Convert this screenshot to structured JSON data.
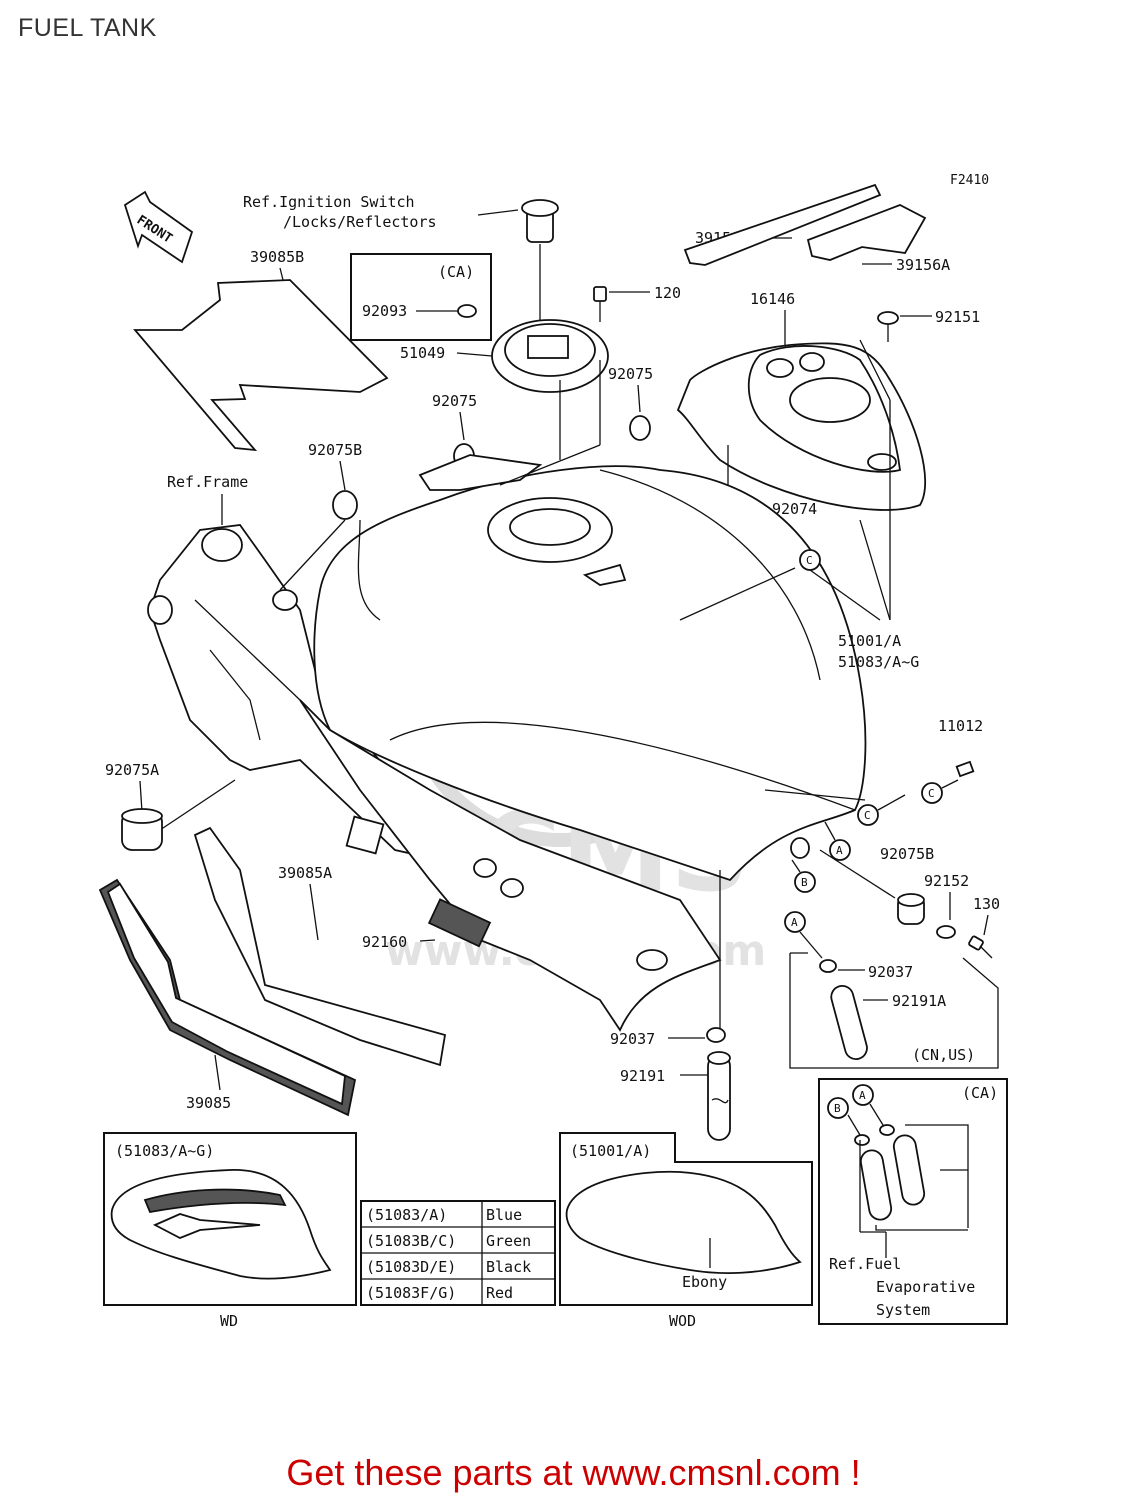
{
  "page": {
    "title": "FUEL TANK",
    "figure_code": "F2410",
    "cta": "Get these parts at www.cmsnl.com !"
  },
  "front_arrow": "FRONT",
  "watermark": {
    "logo": "CMS",
    "url": "www.cmsnl.com"
  },
  "refs": {
    "ignition_1": "Ref.Ignition Switch",
    "ignition_2": "/Locks/Reflectors",
    "frame": "Ref.Frame",
    "fuel_1": "Ref.Fuel",
    "fuel_2": "Evaporative",
    "fuel_3": "System"
  },
  "parts": {
    "p39085B": "39085B",
    "p92093": "92093",
    "ca_box_label": "(CA)",
    "p51049": "51049",
    "p120": "120",
    "p39156": "39156",
    "p39156A": "39156A",
    "p16146": "16146",
    "p92151": "92151",
    "p92075_left": "92075",
    "p92075_right": "92075",
    "p92075B_top": "92075B",
    "p92074": "92074",
    "p51001A": "51001/A",
    "p51083AG": "51083/A~G",
    "p11012": "11012",
    "p92075A": "92075A",
    "p39085A": "39085A",
    "p92160": "92160",
    "p92075B_bottom": "92075B",
    "p92152": "92152",
    "p130": "130",
    "p92037_right": "92037",
    "p92191A": "92191A",
    "cn_us": "(CN,US)",
    "p92037_center": "92037",
    "p92191": "92191",
    "p39085": "39085"
  },
  "circles": {
    "c1": "C",
    "c2": "C",
    "c3": "C",
    "a1": "A",
    "b1": "B",
    "a2": "A",
    "a3": "A",
    "b2": "B"
  },
  "insets": {
    "wd": {
      "title": "(51083/A~G)",
      "caption": "WD"
    },
    "wod": {
      "title": "(51001/A)",
      "body": "Ebony",
      "caption": "WOD"
    },
    "ca": {
      "title": "(CA)"
    }
  },
  "color_table": [
    {
      "code": "(51083/A)",
      "color": "Blue"
    },
    {
      "code": "(51083B/C)",
      "color": "Green"
    },
    {
      "code": "(51083D/E)",
      "color": "Black"
    },
    {
      "code": "(51083F/G)",
      "color": "Red"
    }
  ]
}
